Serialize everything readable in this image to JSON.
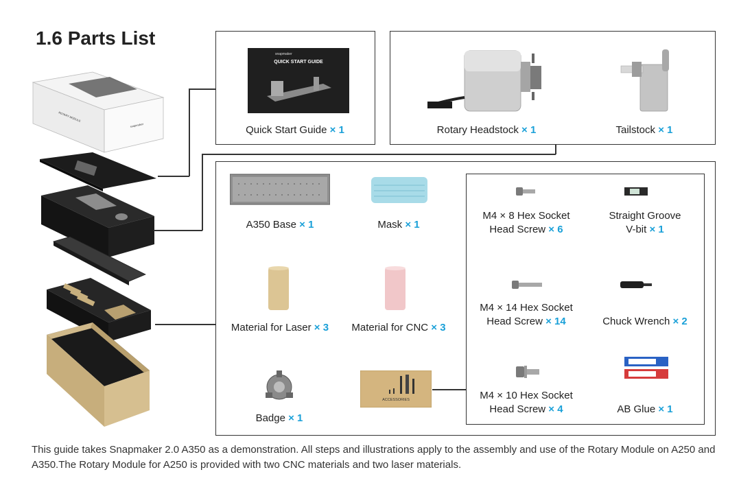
{
  "title": "1.6 Parts List",
  "box_print": {
    "brand_small": "snapmaker",
    "side_label": "ROTARY MODULE"
  },
  "guide_cover": {
    "brand": "snapmaker",
    "title": "QUICK START GUIDE"
  },
  "accessories_bag_label": "ACCESSORIES",
  "parts": {
    "quick_start_guide": {
      "name": "Quick Start Guide",
      "qty": "× 1"
    },
    "rotary_headstock": {
      "name": "Rotary Headstock",
      "qty": "× 1"
    },
    "tailstock": {
      "name": "Tailstock",
      "qty": "× 1"
    },
    "a350_base": {
      "name": "A350 Base",
      "qty": "× 1"
    },
    "mask": {
      "name": "Mask",
      "qty": "× 1"
    },
    "material_laser": {
      "name": "Material  for Laser",
      "qty": "× 3"
    },
    "material_cnc": {
      "name": "Material for CNC",
      "qty": "× 3"
    },
    "badge": {
      "name": "Badge",
      "qty": "× 1"
    },
    "m4x8": {
      "line1": "M4 × 8 Hex Socket",
      "line2": "Head Screw",
      "qty": "× 6"
    },
    "v_bit": {
      "line1": "Straight Groove",
      "line2": "V-bit",
      "qty": "× 1"
    },
    "m4x14": {
      "line1": "M4 × 14 Hex Socket",
      "line2": "Head Screw",
      "qty": "× 14"
    },
    "chuck_wrench": {
      "name": "Chuck Wrench",
      "qty": "× 2"
    },
    "m4x10": {
      "line1": "M4 × 10 Hex Socket",
      "line2": "Head Screw",
      "qty": "× 4"
    },
    "ab_glue": {
      "name": "AB Glue",
      "qty": "× 1"
    }
  },
  "footer": "This guide takes Snapmaker 2.0 A350 as a demonstration. All steps and illustrations apply to the assembly and use of the Rotary Module on A250 and A350.The Rotary Module for A250 is provided with two CNC materials and two laser materials.",
  "colors": {
    "qty_accent": "#1aa0d8",
    "border": "#333333",
    "kraft": "#c8b07e"
  }
}
